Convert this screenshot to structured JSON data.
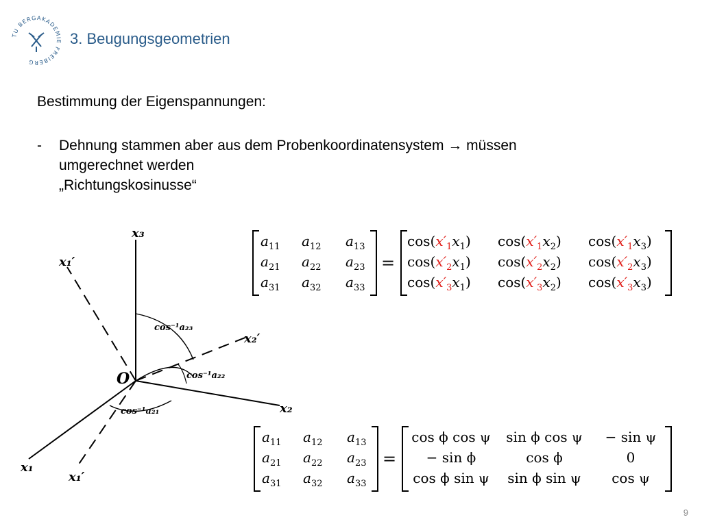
{
  "header": {
    "title": "3. Beugungsgeometrien",
    "logo_text": "TU BERGAKADEMIE FREIBERG"
  },
  "body": {
    "heading": "Bestimmung der Eigenspannungen:",
    "bullet_dash": "-",
    "bullet_lines": [
      "Dehnung stammen aber aus dem Probenkoordinatensystem → müssen",
      "umgerechnet werden",
      "„Richtungskosinusse“"
    ]
  },
  "diagram": {
    "labels": {
      "x3": "x₃",
      "x1p": "x₁′",
      "x2p": "x₂′",
      "x2": "x₂",
      "x1": "x₁",
      "x1p_bottom": "x₁′",
      "origin": "O",
      "cos23": "cos⁻¹a₂₃",
      "cos22": "cos⁻¹a₂₂",
      "cos21": "cos⁻¹a₂₁"
    }
  },
  "matrix_top": {
    "lhs": [
      [
        "a",
        "11"
      ],
      [
        "a",
        "12"
      ],
      [
        "a",
        "13"
      ],
      [
        "a",
        "21"
      ],
      [
        "a",
        "22"
      ],
      [
        "a",
        "23"
      ],
      [
        "a",
        "31"
      ],
      [
        "a",
        "32"
      ],
      [
        "a",
        "33"
      ]
    ],
    "equals": "=",
    "rhs_func": "cos(",
    "rhs_prime_var": "x",
    "rhs_close": ")",
    "rhs_rows": [
      [
        [
          "1",
          "1"
        ],
        [
          "1",
          "2"
        ],
        [
          "1",
          "3"
        ]
      ],
      [
        [
          "2",
          "1"
        ],
        [
          "2",
          "2"
        ],
        [
          "2",
          "3"
        ]
      ],
      [
        [
          "3",
          "1"
        ],
        [
          "3",
          "2"
        ],
        [
          "3",
          "3"
        ]
      ]
    ]
  },
  "matrix_bottom": {
    "equals": "=",
    "rhs": [
      [
        "cos ϕ cos ψ",
        "sin ϕ cos ψ",
        "− sin ψ"
      ],
      [
        "− sin ϕ",
        "cos ϕ",
        "0"
      ],
      [
        "cos ϕ sin ψ",
        "sin ϕ sin ψ",
        "cos ψ"
      ]
    ]
  },
  "footer": {
    "page_number": "9"
  },
  "colors": {
    "title": "#2a5c8a",
    "prime_red": "#e0201b",
    "page_number": "#8c8c8c"
  }
}
